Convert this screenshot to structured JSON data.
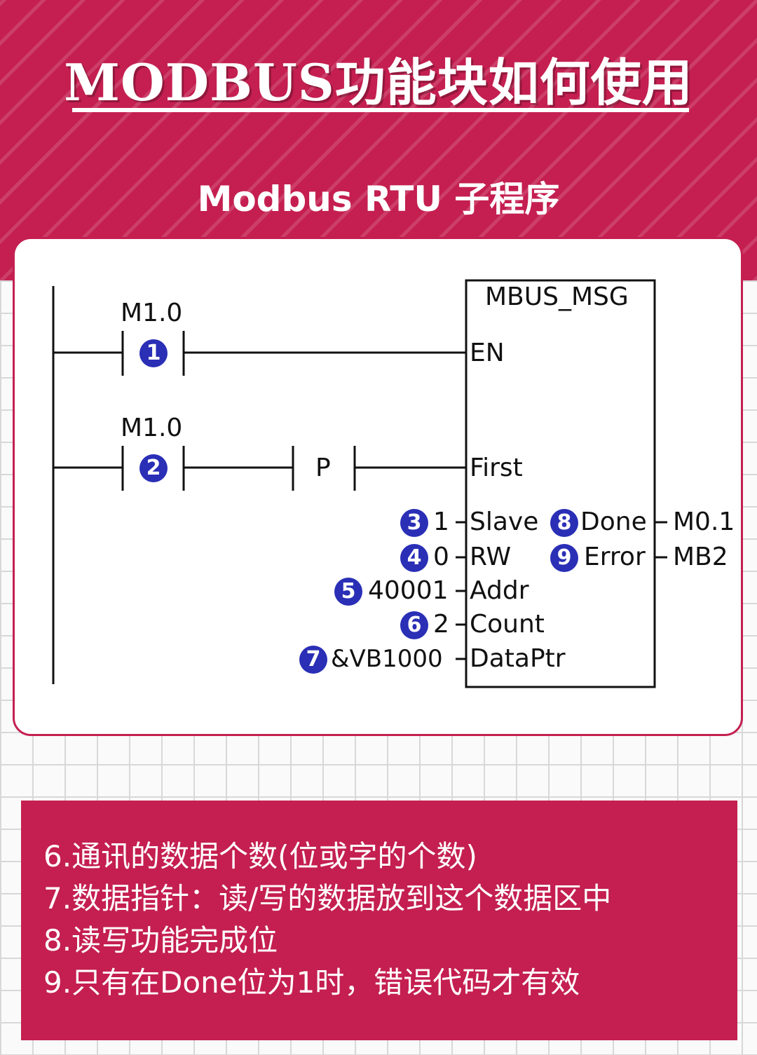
{
  "header": {
    "title": "MODBUS功能块如何使用",
    "subtitle": "Modbus RTU 子程序"
  },
  "colors": {
    "brand": "#c41f50",
    "badge": "#2a2fb6",
    "line": "#111111"
  },
  "ladder": {
    "contact1": {
      "address": "M1.0",
      "badge": "1"
    },
    "contact2": {
      "address": "M1.0",
      "badge": "2"
    },
    "edge_contact": "P",
    "block": {
      "name": "MBUS_MSG",
      "en": "EN",
      "first": "First"
    },
    "inputs": [
      {
        "badge": "3",
        "value": "1",
        "pin": "Slave"
      },
      {
        "badge": "4",
        "value": "0",
        "pin": "RW"
      },
      {
        "badge": "5",
        "value": "40001",
        "pin": "Addr"
      },
      {
        "badge": "6",
        "value": "2",
        "pin": "Count"
      },
      {
        "badge": "7",
        "value": "&VB1000",
        "pin": "DataPtr"
      }
    ],
    "outputs": [
      {
        "badge": "8",
        "pin": "Done",
        "value": "M0.1"
      },
      {
        "badge": "9",
        "pin": "Error",
        "value": "MB2"
      }
    ]
  },
  "notes": [
    "6.通讯的数据个数(位或字的个数)",
    "7.数据指针：读/写的数据放到这个数据区中",
    "8.读写功能完成位",
    "9.只有在Done位为1时，错误代码才有效"
  ]
}
